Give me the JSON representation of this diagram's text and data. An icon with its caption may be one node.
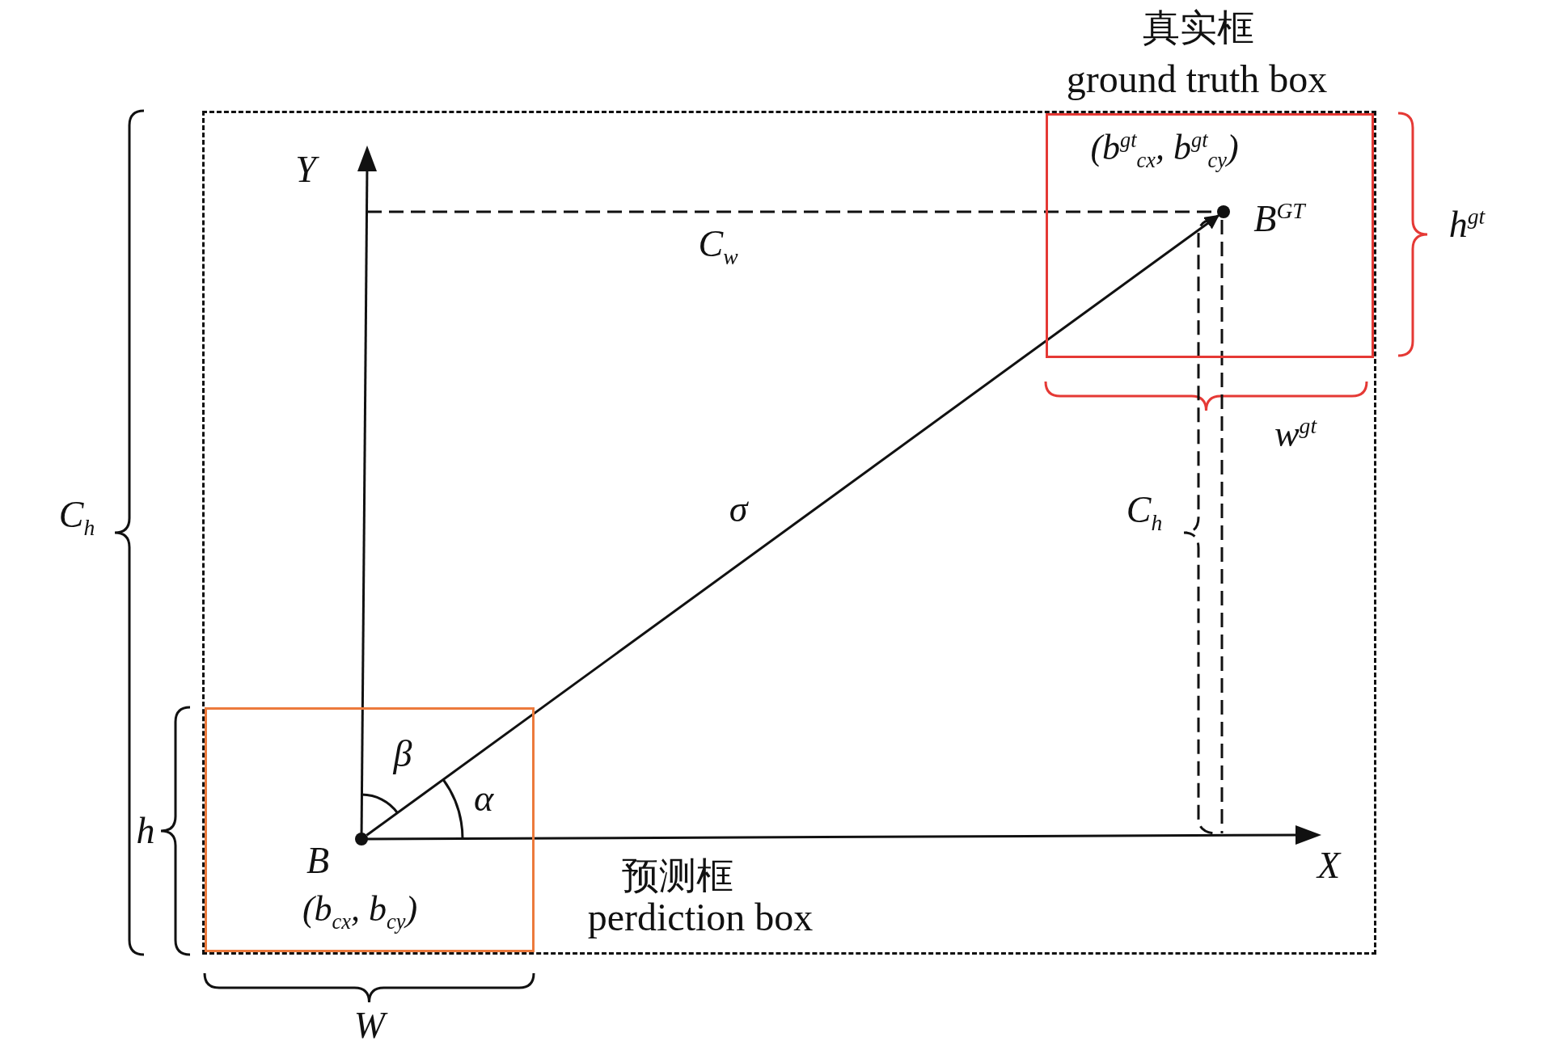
{
  "diagram": {
    "nodes": [
      {
        "text": [],
        "shape": "box"
      },
      {
        "text": [
          "(b$^{gt}$$_{cx}$, b$^{gt}$$_{cy}$)"
        ],
        "beside": [
          "真实框",
          "ground truth box"
        ],
        "in": 0
      },
      {
        "text": [],
        "shape": "box",
        "beside": [
          "预测框",
          "perdiction box"
        ],
        "in": 0
      },
      {
        "text": [
          "B",
          "(b$_{cx}$, b$_{cy}$)"
        ],
        "in": 2
      },
      {
        "text": [
          "B$^{GT}$"
        ],
        "in": 1
      }
    ],
    "edges": [
      {
        "from": 3,
        "to": 4,
        "arrow": "to",
        "label": "σ"
      }
    ],
    "labels": [
      "Y",
      "h$^{gt}$",
      "C$_{w}$",
      "w$^{gt}$",
      "C$_{h}$",
      "C$_{h}$",
      "β",
      "α",
      "h",
      "X",
      "W"
    ]
  }
}
